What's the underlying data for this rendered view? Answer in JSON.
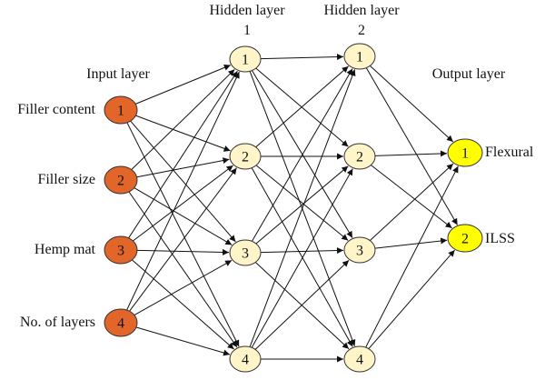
{
  "layers": {
    "input": {
      "title": "Input layer",
      "fill": "#e2662a",
      "nodes": [
        {
          "number": "1",
          "label": "Filler content"
        },
        {
          "number": "2",
          "label": "Filler size"
        },
        {
          "number": "3",
          "label": "Hemp mat"
        },
        {
          "number": "4",
          "label": "No. of layers"
        }
      ]
    },
    "hidden1": {
      "title_line1": "Hidden layer",
      "title_line2": "1",
      "fill": "#fff5c8",
      "nodes": [
        {
          "number": "1"
        },
        {
          "number": "2"
        },
        {
          "number": "3"
        },
        {
          "number": "4"
        }
      ]
    },
    "hidden2": {
      "title_line1": "Hidden layer",
      "title_line2": "2",
      "fill": "#fff5c8",
      "nodes": [
        {
          "number": "1"
        },
        {
          "number": "2"
        },
        {
          "number": "3"
        },
        {
          "number": "4"
        }
      ]
    },
    "output": {
      "title": "Output layer",
      "fill": "#ffff00",
      "nodes": [
        {
          "number": "1",
          "label": "Flexural"
        },
        {
          "number": "2",
          "label": "ILSS"
        }
      ]
    }
  },
  "colors": {
    "edge": "#111111",
    "node_stroke": "#333333"
  }
}
